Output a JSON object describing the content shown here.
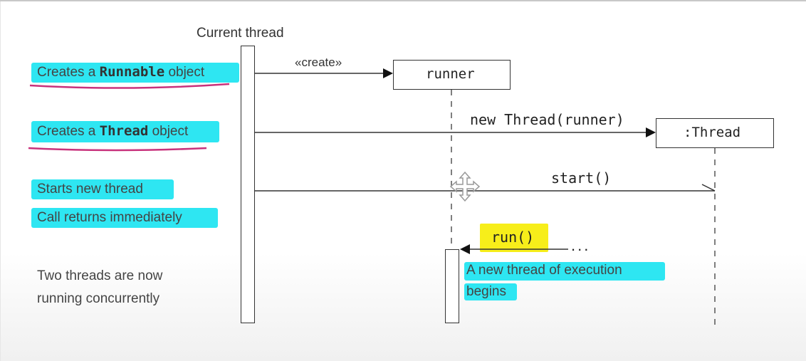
{
  "lifelines": {
    "current": "Current thread",
    "runner": "runner",
    "thread": ":Thread"
  },
  "messages": {
    "create": "«create»",
    "new_thread": "new Thread(runner)",
    "start": "start()",
    "run": "run()",
    "dots": "..."
  },
  "notes": {
    "runnable_prefix": "Creates a ",
    "runnable_code": "Runnable",
    "runnable_suffix": " object",
    "thread_prefix": "Creates a ",
    "thread_code": "Thread",
    "thread_suffix": " object",
    "starts": "Starts new thread",
    "returns": "Call returns immediately",
    "concurrent_1": "Two threads are now",
    "concurrent_2": "running concurrently",
    "new_exec_1": "A new thread of execution",
    "new_exec_2": "begins"
  },
  "colors": {
    "highlight_cyan": "#2ee6f2",
    "highlight_yellow": "#f7ee1a",
    "underline_pink": "#c8327c"
  },
  "icons": [
    "move-cursor-icon"
  ]
}
